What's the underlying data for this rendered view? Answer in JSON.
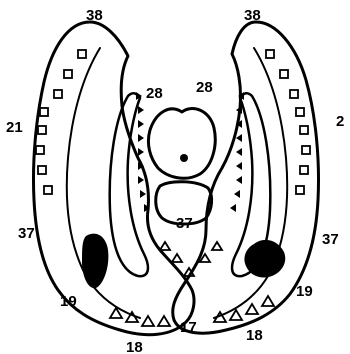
{
  "figure": {
    "labels": {
      "top_left": "38",
      "top_right": "38",
      "upper_left_inner": "28",
      "upper_right_inner": "28",
      "left_outer": "21",
      "right_outer": "2",
      "left_lower": "37",
      "right_lower": "37",
      "center_lower": "37",
      "bottom_left_19": "19",
      "bottom_right_19": "19",
      "bottom_left_18": "18",
      "bottom_right_18": "18",
      "bottom_center_17": "17"
    }
  }
}
